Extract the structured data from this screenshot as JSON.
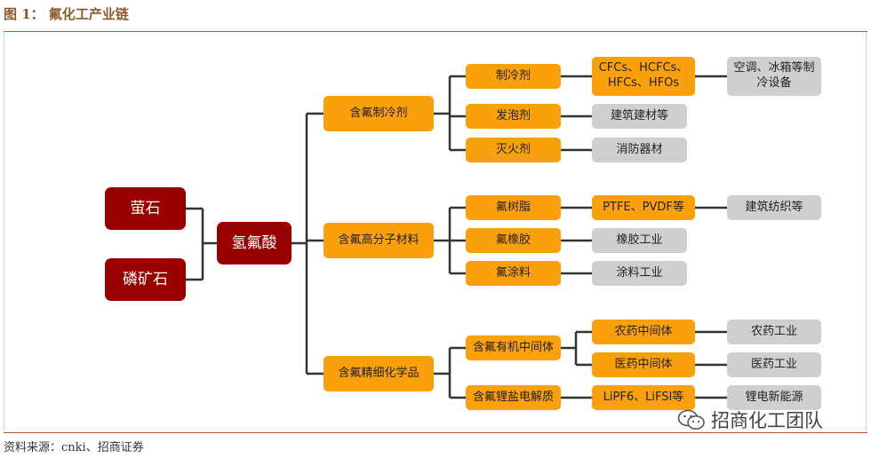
{
  "title": "图 1： 氟化工产业链",
  "source": "资料来源：cnki、招商证券",
  "watermark": "招商化工团队",
  "nodes": {
    "raw1": "萤石",
    "raw2": "磷矿石",
    "hf": "氢氟酸",
    "c1": "含氟制冷剂",
    "c2": "含氟高分子材料",
    "c3": "含氟精细化学品",
    "s1": "制冷剂",
    "s2": "发泡剂",
    "s3": "灭火剂",
    "s4": "氟树脂",
    "s5": "氟橡胶",
    "s6": "氟涂料",
    "s7": "含氟有机中间体",
    "s8": "含氟锂盐电解质",
    "s7a": "农药中间体",
    "s7b": "医药中间体",
    "p1a": "CFCs、HCFCs、",
    "p1b": "HFCs、HFOs",
    "p2": "建筑建材等",
    "p3": "消防器材",
    "p4": "PTFE、PVDF等",
    "p5": "橡胶工业",
    "p6": "涂料工业",
    "p8": "LiPF6、LiFSI等",
    "e1a": "空调、冰箱等制",
    "e1b": "冷设备",
    "e4": "建筑纺织等",
    "e7a": "农药工业",
    "e7b": "医药工业",
    "e8": "锂电新能源"
  },
  "colors": {
    "primary": "#990000",
    "secondary": "#f9a00a",
    "tertiary": "#cfcfcf",
    "connector": "#333333"
  }
}
